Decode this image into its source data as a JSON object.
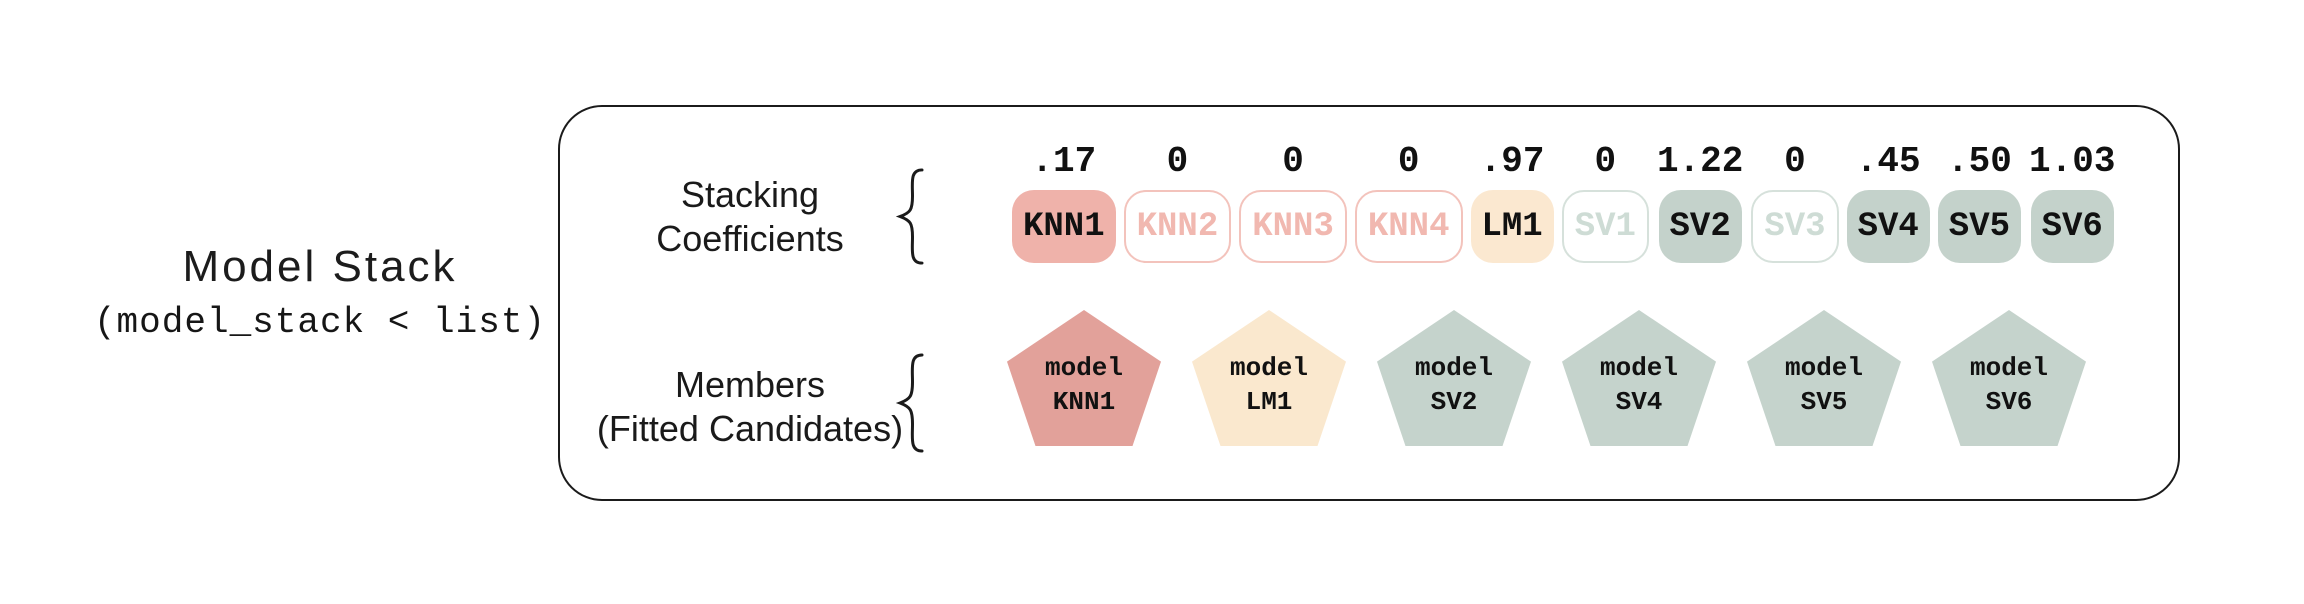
{
  "title": {
    "heading": "Model Stack",
    "code": "(model_stack < list)"
  },
  "panel": {
    "stacking_label": {
      "line1": "Stacking",
      "line2": "Coefficients"
    },
    "members_label": {
      "line1": "Members",
      "line2": "(Fitted Candidates)"
    },
    "coefficients": [
      {
        "value": ".17",
        "name": "KNN1",
        "variant": "salmon-filled"
      },
      {
        "value": "0",
        "name": "KNN2",
        "variant": "salmon-outline"
      },
      {
        "value": "0",
        "name": "KNN3",
        "variant": "salmon-outline"
      },
      {
        "value": "0",
        "name": "KNN4",
        "variant": "salmon-outline"
      },
      {
        "value": ".97",
        "name": "LM1",
        "variant": "cream-filled"
      },
      {
        "value": "0",
        "name": "SV1",
        "variant": "sage-outline"
      },
      {
        "value": "1.22",
        "name": "SV2",
        "variant": "sage-filled"
      },
      {
        "value": "0",
        "name": "SV3",
        "variant": "sage-outline"
      },
      {
        "value": ".45",
        "name": "SV4",
        "variant": "sage-filled"
      },
      {
        "value": ".50",
        "name": "SV5",
        "variant": "sage-filled"
      },
      {
        "value": "1.03",
        "name": "SV6",
        "variant": "sage-filled"
      }
    ],
    "members": [
      {
        "line1": "model",
        "line2": "KNN1",
        "variant": "salmon"
      },
      {
        "line1": "model",
        "line2": "LM1",
        "variant": "cream"
      },
      {
        "line1": "model",
        "line2": "SV2",
        "variant": "sage"
      },
      {
        "line1": "model",
        "line2": "SV4",
        "variant": "sage"
      },
      {
        "line1": "model",
        "line2": "SV5",
        "variant": "sage"
      },
      {
        "line1": "model",
        "line2": "SV6",
        "variant": "sage"
      }
    ],
    "colors": {
      "salmon_fill": "#EFB2AA",
      "salmon_outline": "#F3C3BC",
      "salmon_text": "#F1B8B0",
      "salmon_pentagon": "#E2A19A",
      "cream_fill": "#FBE8D0",
      "cream_pentagon": "#FAE8CE",
      "sage_fill": "#C4D2CB",
      "sage_outline": "#D6E1DB",
      "sage_text": "#CEDCD5",
      "sage_pentagon": "#C5D3CC",
      "ink": "#1C1C1C"
    }
  }
}
